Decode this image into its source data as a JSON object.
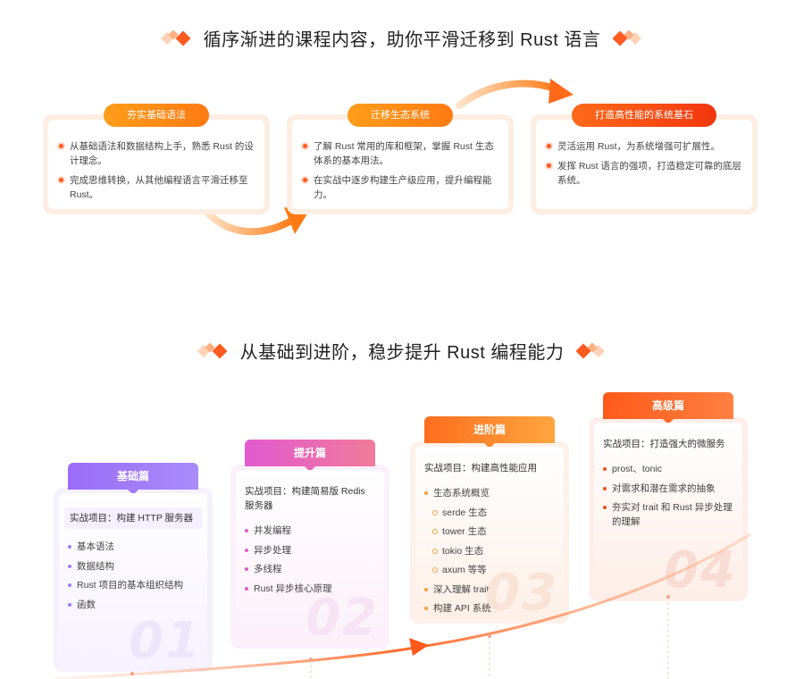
{
  "section1": {
    "title": "循序渐进的课程内容，助你平滑迁移到 Rust 语言",
    "cards": [
      {
        "tag": "夯实基础语法",
        "points": [
          "从基础语法和数据结构上手，熟悉 Rust 的设计理念。",
          "完成思维转换，从其他编程语言平滑迁移至 Rust。"
        ]
      },
      {
        "tag": "迁移生态系统",
        "points": [
          "了解 Rust 常用的库和框架，掌握 Rust 生态体系的基本用法。",
          "在实战中逐步构建生产级应用，提升编程能力。"
        ]
      },
      {
        "tag": "打造高性能的系统基石",
        "points": [
          "灵活运用 Rust，为系统增强可扩展性。",
          "发挥 Rust 语言的强项，打造稳定可靠的底层系统。"
        ]
      }
    ]
  },
  "section2": {
    "title": "从基础到进阶，稳步提升 Rust 编程能力",
    "levels": [
      {
        "name": "基础篇",
        "project": "实战项目：构建 HTTP 服务器",
        "items": [
          "基本语法",
          "数据结构",
          "Rust 项目的基本组织结构",
          "函数"
        ],
        "num": "01"
      },
      {
        "name": "提升篇",
        "project": "实战项目：构建简易版 Redis 服务器",
        "items": [
          "并发编程",
          "异步处理",
          "多线程",
          "Rust 异步核心原理"
        ],
        "num": "02"
      },
      {
        "name": "进阶篇",
        "project": "实战项目：构建高性能应用",
        "items": [
          "生态系统概览",
          "serde 生态",
          "tower 生态",
          "tokio 生态",
          "axum 等等",
          "深入理解 trait",
          "构建 API 系统"
        ],
        "num": "03"
      },
      {
        "name": "高级篇",
        "project": "实战项目：打造强大的微服务",
        "items": [
          "prost、tonic",
          "对需求和潜在需求的抽象",
          "夯实对 trait 和 Rust 异步处理的理解"
        ],
        "num": "04"
      }
    ]
  },
  "colors": {
    "accent": "#ff5a1f",
    "orange": "#ff8a1a",
    "purple": "#9b6cf7",
    "pink": "#e25ad0"
  }
}
